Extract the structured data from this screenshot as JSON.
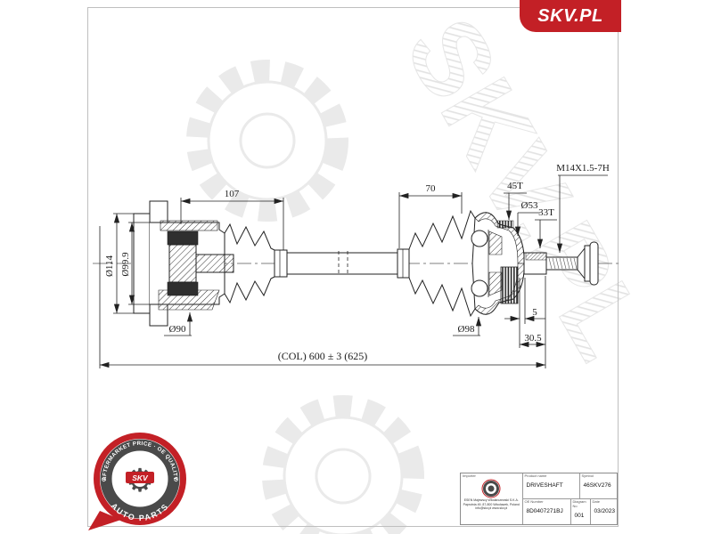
{
  "brand": {
    "logo_text": "SKV.PL",
    "watermark_text": "SKV.PL",
    "red": "#c32026"
  },
  "badge": {
    "arc_top": "AFTERMARKET PRICE · OE QUALITY",
    "arc_bottom": "AUTO PARTS",
    "label": "SKV",
    "gear_icon": "⚙"
  },
  "drawing": {
    "dimensions": {
      "d114": "Ø114",
      "d99_9": "Ø99.9",
      "d90": "Ø90",
      "d98": "Ø98",
      "d53": "Ø53",
      "len107": "107",
      "len70": "70",
      "len5": "5",
      "len30_5": "30.5",
      "spline45": "45T",
      "spline33": "33T",
      "thread": "M14X1.5-7H",
      "overall": "(COL) 600 ± 3 (625)"
    }
  },
  "info_table": {
    "importer": {
      "label": "Importer",
      "lines": [
        "ESEN Majewscy Włodarczewski S.K.A.",
        "Paprotnia 49, 87-800 Włocławek, Poland",
        "info@skv.pl  www.skv.pl"
      ]
    },
    "product": {
      "label": "Product name",
      "value": "DRIVESHAFT"
    },
    "symbol": {
      "label": "Symbol",
      "value": "46SKV276"
    },
    "oe_number": {
      "label": "OE Number",
      "value": "8D0407271BJ"
    },
    "diagram_no": {
      "label": "Diagram No",
      "value": "001"
    },
    "date": {
      "label": "Date",
      "value": "03/2023"
    }
  }
}
